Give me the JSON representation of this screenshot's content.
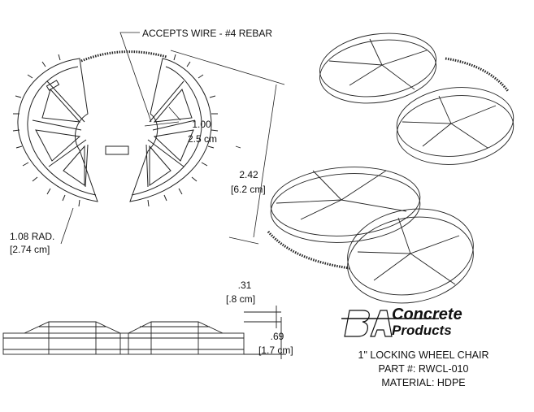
{
  "callouts": {
    "wire": "ACCEPTS  WIRE - #4 REBAR",
    "hub_in": "1.00",
    "hub_cm": "2.5 cm",
    "dia_in": "2.42",
    "dia_cm": "6.2 cm",
    "rad_in": "1.08 RAD.",
    "rad_cm": "[2.74 cm]",
    "thick_in": ".31",
    "thick_cm": ".8 cm",
    "height_in": ".69",
    "height_cm": "1.7 cm"
  },
  "logo": {
    "mark": "BA",
    "word1": "Concrete",
    "word2": "Products"
  },
  "title_block": {
    "line1": "1\" LOCKING WHEEL CHAIR",
    "line2": "PART #: RWCL-010",
    "line3": "MATERIAL: HDPE"
  }
}
